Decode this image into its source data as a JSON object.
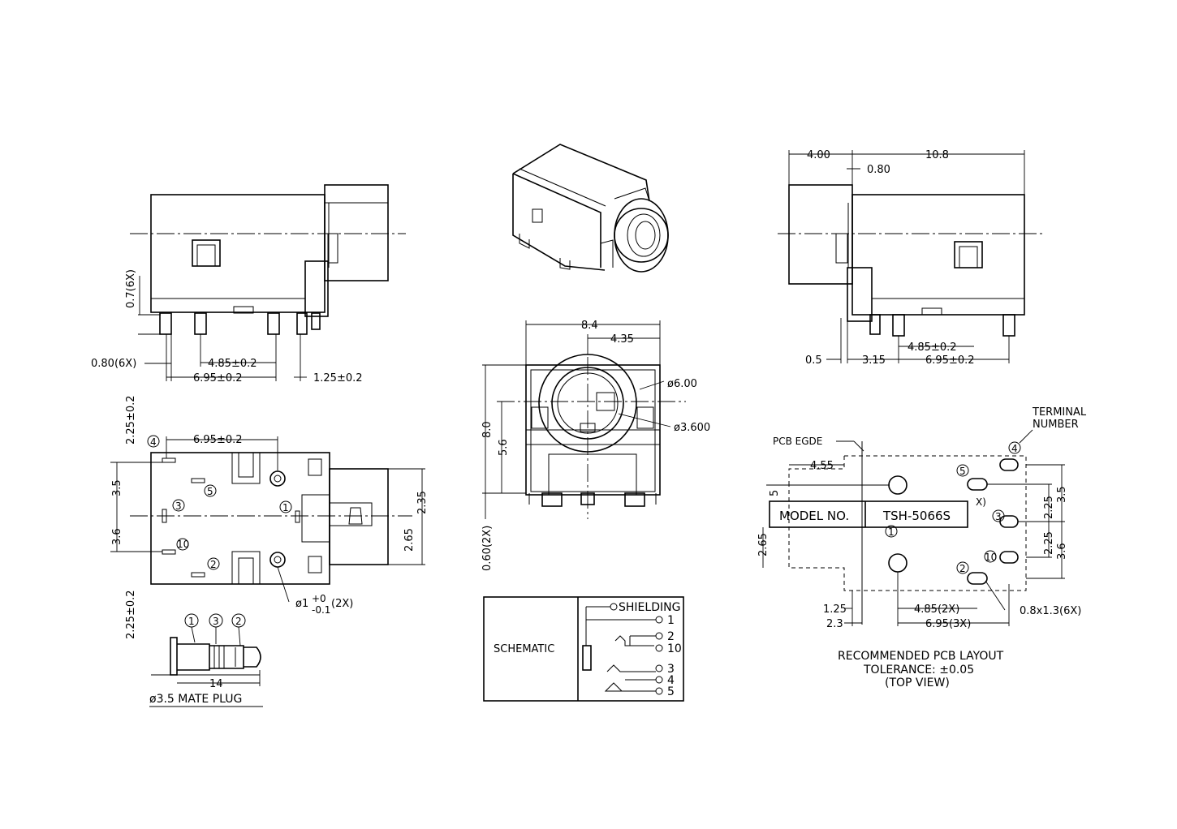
{
  "drawing": {
    "side_view_left": {
      "lead_length": "0.7(6X)",
      "lead_width": "0.80(6X)",
      "pitch_a": "4.85±0.2",
      "pitch_b": "6.95±0.2",
      "offset": "1.25±0.2"
    },
    "side_view_right": {
      "top_a": "4.00",
      "top_b": "10.8",
      "top_c": "0.80",
      "pitch_a": "4.85±0.2",
      "bottom_a": "0.5",
      "bottom_b": "3.15",
      "bottom_c": "6.95±0.2"
    },
    "front_view": {
      "width": "8.4",
      "half_width": "4.35",
      "height": "8.0",
      "center_height": "5.6",
      "lead": "0.60(2X)",
      "outer_dia": "ø6.00",
      "inner_dia": "ø3.600"
    },
    "top_view": {
      "top_width": "6.95±0.2",
      "top_margin": "2.25±0.2",
      "bottom_margin": "2.25±0.2",
      "left_a": "3.5",
      "left_b": "3.6",
      "right_a": "2.35",
      "right_b": "2.65",
      "hole": "ø1",
      "hole_tol_plus": "+0",
      "hole_tol_minus": "-0.1",
      "hole_count": "(2X)",
      "pins": [
        "4",
        "5",
        "3",
        "1",
        "10",
        "2"
      ]
    },
    "plug": {
      "pins": [
        "1",
        "3",
        "2"
      ],
      "length": "14",
      "caption": "ø3.5 MATE PLUG"
    },
    "schematic": {
      "label": "SCHEMATIC",
      "terminals": [
        "SHIELDING",
        "1",
        "2",
        "10",
        "3",
        "4",
        "5"
      ]
    },
    "pcb_layout": {
      "terminal_label_1": "TERMINAL",
      "terminal_label_2": "NUMBER",
      "pcb_edge": "PCB EGDE",
      "dim_455": "4.55",
      "dim_5": "5",
      "model_label": "MODEL NO.",
      "model_value": "TSH-5066S",
      "x_mark": "X)",
      "dim_265": "2.65",
      "dim_225_a": "2.25",
      "dim_225_b": "2.25",
      "dim_35": "3.5",
      "dim_36": "3.6",
      "dim_125": "1.25",
      "dim_23": "2.3",
      "dim_485": "4.85(2X)",
      "dim_695": "6.95(3X)",
      "slot": "0.8x1.3(6X)",
      "pins": [
        "4",
        "5",
        "3",
        "1",
        "10",
        "2"
      ],
      "caption_1": "RECOMMENDED PCB LAYOUT",
      "caption_2": "TOLERANCE: ±0.05",
      "caption_3": "(TOP VIEW)"
    }
  }
}
